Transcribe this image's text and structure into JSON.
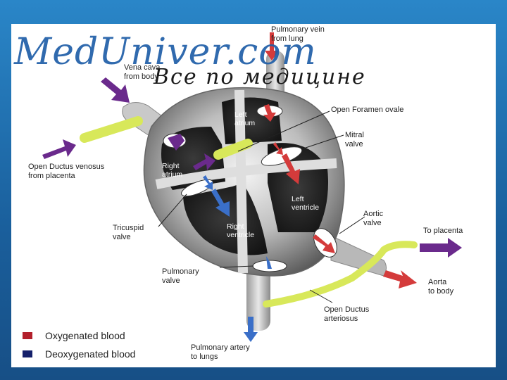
{
  "watermark": {
    "brand": "MedUniver.com",
    "tagline": "Все по медицине"
  },
  "labels": {
    "pulmonary_vein": "Pulmonary vein\nfrom lung",
    "vena_cava": "Vena cava\nfrom body",
    "open_ductus_venosus": "Open Ductus venosus\nfrom placenta",
    "left_atrium": "Left\natrium",
    "open_foramen_ovale": "Open Foramen ovale",
    "mitral_valve": "Mitral\nvalve",
    "right_atrium": "Right\natrium",
    "left_ventricle": "Left\nventricle",
    "tricuspid_valve": "Tricuspid\nvalve",
    "right_ventricle": "Right\nventricle",
    "aortic_valve": "Aortic\nvalve",
    "to_placenta": "To placenta",
    "pulmonary_valve": "Pulmonary\nvalve",
    "aorta_to_body": "Aorta\nto body",
    "open_ductus_arteriosus": "Open Ductus\narteriosus",
    "pulmonary_artery": "Pulmonary artery\nto lungs"
  },
  "legend": [
    {
      "label": "Oxygenated blood",
      "color": "#b3202c"
    },
    {
      "label": "Deoxygenated blood",
      "color": "#15206b"
    }
  ],
  "colors": {
    "oxygenated_arrow": "#d43b3b",
    "deoxygenated_arrow": "#3a6fc8",
    "placental_arrow": "#6a2a8c",
    "duct_yellow": "#d8e85a",
    "frame_blue": "#1f6fb0"
  }
}
